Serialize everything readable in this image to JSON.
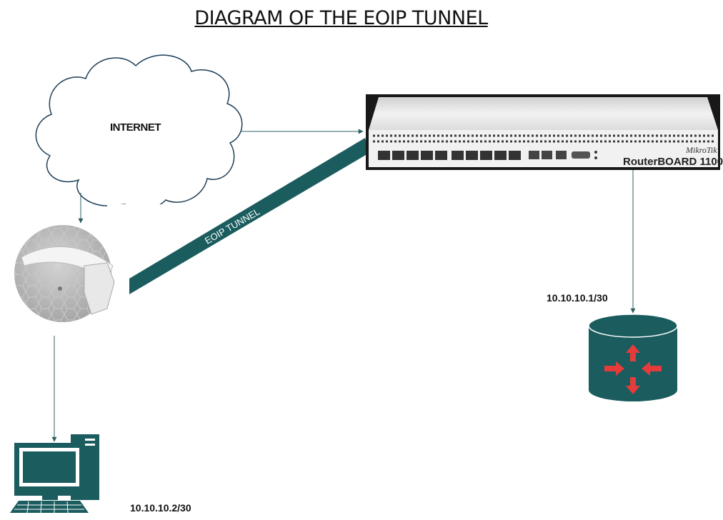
{
  "diagram": {
    "title": "DIAGRAM OF THE EOIP TUNNEL",
    "nodes": {
      "internet": {
        "label": "INTERNET",
        "icon": "cloud-icon"
      },
      "router": {
        "brand": "MikroTik",
        "model": "RouterBOARD 1100",
        "icon": "rack-router-icon"
      },
      "wireless": {
        "icon": "dish-antenna-icon"
      },
      "remote_router": {
        "icon": "router-cylinder-icon",
        "ip": "10.10.10.1/30"
      },
      "computer": {
        "icon": "desktop-computer-icon",
        "ip": "10.10.10.2/30"
      }
    },
    "links": {
      "tunnel": {
        "label": "EOIP TUNNEL"
      }
    },
    "colors": {
      "teal": "#1b5c5f",
      "arrow": "#2f6163",
      "router_arrows": "#e53b3b"
    }
  }
}
